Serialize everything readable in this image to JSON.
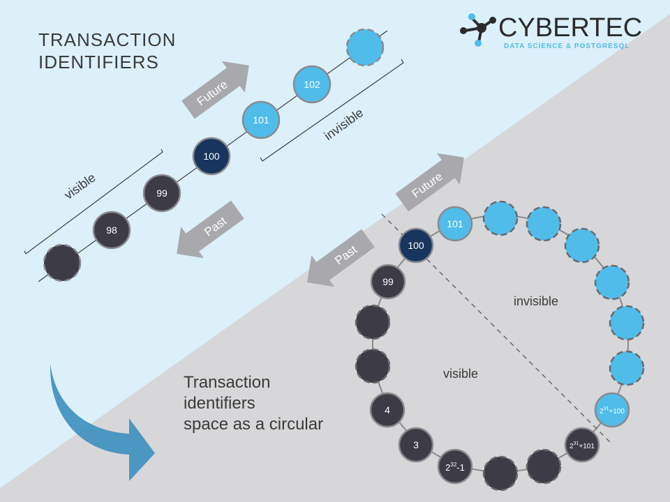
{
  "title_line1": "TRANSACTION",
  "title_line2": "IDENTIFIERS",
  "logo": {
    "name": "CYBERTEC",
    "tagline": "DATA SCIENCE & POSTGRESQL"
  },
  "top_diagram": {
    "nodes": [
      "",
      "98",
      "99",
      "100",
      "101",
      "102",
      ""
    ],
    "future_label": "Future",
    "past_label": "Past",
    "visible_label": "visible",
    "invisible_label": "invisible"
  },
  "circular_caption": [
    "Transaction",
    "identifiers",
    "space as a circular"
  ],
  "circle_diagram": {
    "future_label": "Future",
    "past_label": "Past",
    "visible_label": "visible",
    "invisible_label": "invisible",
    "labels": {
      "n100": "100",
      "n101": "101",
      "n99": "99",
      "n4": "4",
      "n3": "3",
      "n2_32": {
        "base": "2",
        "sup": "32",
        "tail": "-1"
      },
      "n2_31_100": {
        "base": "2",
        "sup": "31",
        "tail": "+100"
      },
      "n2_31_101": {
        "base": "2",
        "sup": "31",
        "tail": "+101"
      }
    }
  },
  "colors": {
    "bg_light": "#dcf0fa",
    "bg_gray": "#d7d7d9",
    "light_blue": "#4fbcea",
    "navy": "#17355d",
    "dark": "#3d3b45",
    "arrow_gray": "#a9a9ad",
    "big_arrow": "#3d8fbf"
  }
}
